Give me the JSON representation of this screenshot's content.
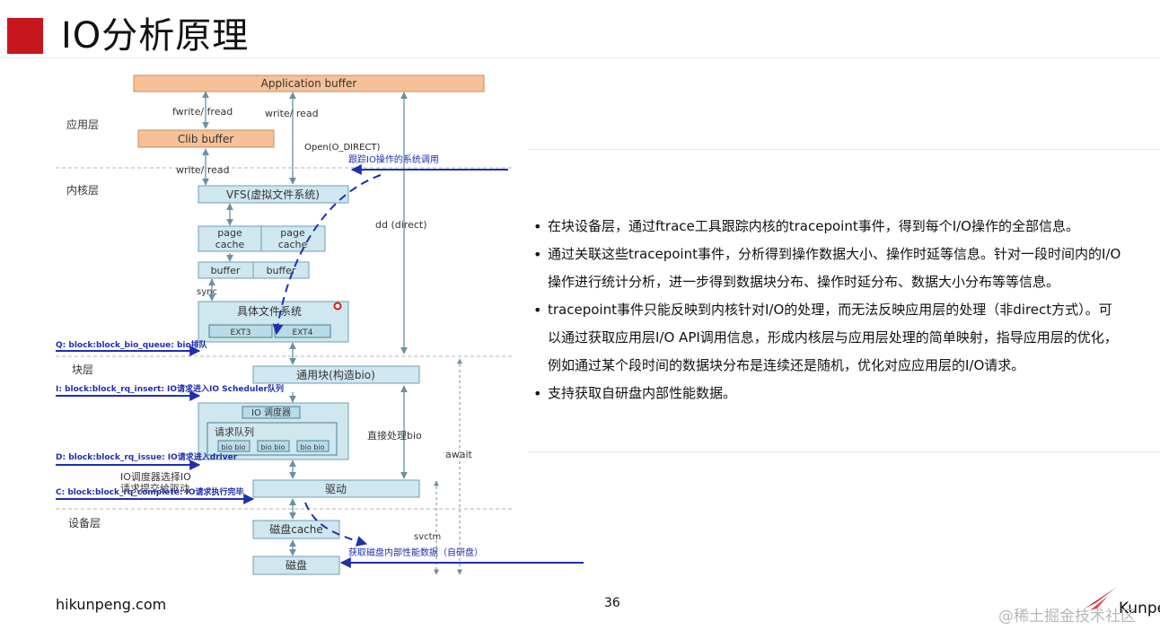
{
  "header": {
    "title": "IO分析原理"
  },
  "diagram": {
    "layers": {
      "app": "应用层",
      "kernel": "内核层",
      "block": "块层",
      "device": "设备层"
    },
    "boxes": {
      "app_buffer": "Application buffer",
      "clib_buffer": "Clib buffer",
      "vfs": "VFS(虚拟文件系统)",
      "page_cache_1a": "page",
      "page_cache_1b": "cache",
      "page_cache_2a": "page",
      "page_cache_2b": "cache",
      "buffer_1": "buffer",
      "buffer_2": "buffer",
      "fs": "具体文件系统",
      "ext3": "EXT3",
      "ext4": "EXT4",
      "generic_block": "通用块(构造bio)",
      "io_scheduler": "IO 调度器",
      "request_queue": "请求队列",
      "bio_1": "bio bio",
      "bio_2": "bio bio",
      "bio_3": "bio bio",
      "driver": "驱动",
      "disk_cache": "磁盘cache",
      "disk": "磁盘"
    },
    "labels": {
      "fwrite_fread": "fwrite/ fread",
      "write_read_1": "write/ read",
      "write_read_2": "write/ read",
      "open_direct": "Open(O_DIRECT)",
      "trace_syscall": "跟踪IO操作的系统调用",
      "dd_direct": "dd (direct)",
      "sync": "sync",
      "q_event": "Q: block:block_bio_queue:  bio排队",
      "i_event": "I: block:block_rq_insert:  IO请求进入IO Scheduler队列",
      "d_event": "D: block:block_rq_issue:  IO请求进入driver",
      "c_event": "C: block:block_rq_complete:  IO请求执行完毕",
      "sched_note_1": "IO调度器选择IO",
      "sched_note_2": "请求提交给驱动",
      "direct_bio": "直接处理bio",
      "await": "await",
      "svctm": "svctm",
      "disk_perf": "获取磁盘内部性能数据（自研盘）"
    }
  },
  "bullets": [
    "在块设备层，通过ftrace工具跟踪内核的tracepoint事件，得到每个I/O操作的全部信息。",
    "通过关联这些tracepoint事件，分析得到操作数据大小、操作时延等信息。针对一段时间内的I/O",
    "操作进行统计分析，进一步得到数据块分布、操作时延分布、数据大小分布等等信息。",
    "tracepoint事件只能反映到内核针对I/O的处理，而无法反映应用层的处理（非direct方式）。可",
    "以通过获取应用层I/O API调用信息，形成内核层与应用层处理的简单映射，指导应用层的优化，",
    "例如通过某个段时间的数据块分布是连续还是随机，优化对应应用层的I/O请求。",
    "支持获取自研盘内部性能数据。"
  ],
  "footer": {
    "site": "hikunpeng.com",
    "page": "36",
    "brand": "Kunpeng",
    "watermark": "@稀土掘金技术社区"
  },
  "colors": {
    "accent": "#c8161d",
    "trace_blue": "#1f2fb0",
    "box_fill": "#cfe7ef",
    "box_stroke": "#6f9fb1",
    "app_fill": "#f6c199"
  }
}
